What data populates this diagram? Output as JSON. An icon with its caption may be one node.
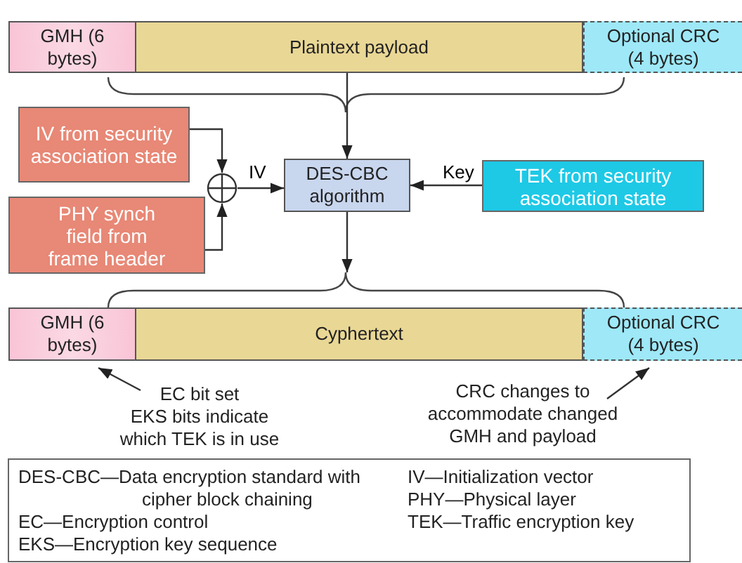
{
  "diagram": {
    "nodes": [
      {
        "text": [
          "GMH (6 bytes)"
        ]
      },
      {
        "text": [
          "Plaintext payload"
        ]
      },
      {
        "text": [
          "Optional CRC (4 bytes)"
        ]
      },
      {
        "text": [
          "IV from security association state"
        ]
      },
      {
        "text": [
          "PHY synch field from frame header"
        ]
      },
      {
        "text": [],
        "shape": "circle"
      },
      {
        "text": [
          "DES-CBC algorithm"
        ]
      },
      {
        "text": [
          "TEK from security association state"
        ]
      },
      {
        "text": [
          "GMH (6 bytes)"
        ]
      },
      {
        "text": [
          "Cyphertext"
        ]
      },
      {
        "text": [
          "Optional CRC (4 bytes)"
        ]
      },
      {
        "text": [
          "EC bit set",
          "EKS bits indicate which TEK is in use"
        ]
      },
      {
        "text": [
          "CRC changes to accommodate changed GMH and payload"
        ]
      }
    ],
    "edges": [
      {
        "from": 1,
        "to": 6,
        "arrow": "to"
      },
      {
        "from": 3,
        "to": 5,
        "arrow": "to"
      },
      {
        "from": 4,
        "to": 5,
        "arrow": "to"
      },
      {
        "from": 5,
        "to": 6,
        "arrow": "to",
        "label": "IV"
      },
      {
        "from": 7,
        "to": 6,
        "arrow": "to",
        "label": "Key"
      },
      {
        "from": 6,
        "to": 9,
        "arrow": "to"
      },
      {
        "from": 11,
        "to": 8,
        "arrow": "to"
      },
      {
        "from": 12,
        "to": 10,
        "arrow": "to"
      }
    ],
    "labels": [
      "DES-CBC—Data encryption standard with cipher block chaining",
      "IV—Initialization vector",
      "PHY—Physical layer",
      "EC—Encryption control",
      "TEK—Traffic encryption key",
      "EKS—Encryption key sequence"
    ]
  }
}
